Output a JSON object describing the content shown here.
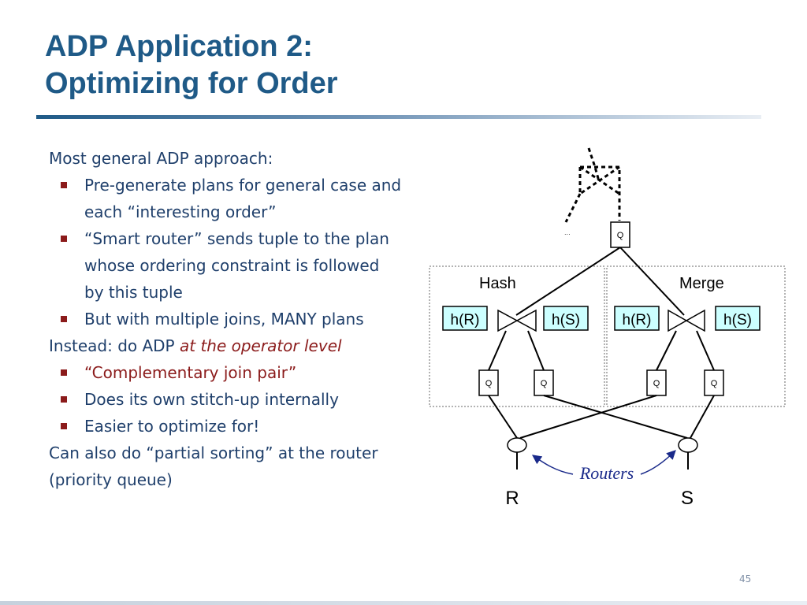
{
  "slide": {
    "title_line1": "ADP Application 2:",
    "title_line2": "Optimizing for Order",
    "page_number": "45"
  },
  "body": {
    "para1": "Most general ADP approach:",
    "bullets1": [
      "Pre-generate plans for general case and each “interesting order”",
      "“Smart router” sends tuple to the plan whose ordering constraint is followed by this tuple",
      "But with multiple joins, MANY plans"
    ],
    "para2_prefix": "Instead:  do ADP ",
    "para2_emph": "at the operator level",
    "bullets2": [
      "“Complementary join pair”",
      "Does its own stitch-up internally",
      "Easier to optimize for!"
    ],
    "para3": "Can also do “partial sorting” at the router (priority queue)"
  },
  "diagram": {
    "top_queue": "Q",
    "top_dots": "...",
    "hash_label": "Hash",
    "merge_label": "Merge",
    "hash_left": "h(R)",
    "hash_right": "h(S)",
    "merge_left": "h(R)",
    "merge_right": "h(S)",
    "queue_labels": [
      "Q",
      "Q",
      "Q",
      "Q"
    ],
    "routers_label": "Routers",
    "source_r": "R",
    "source_s": "S"
  }
}
